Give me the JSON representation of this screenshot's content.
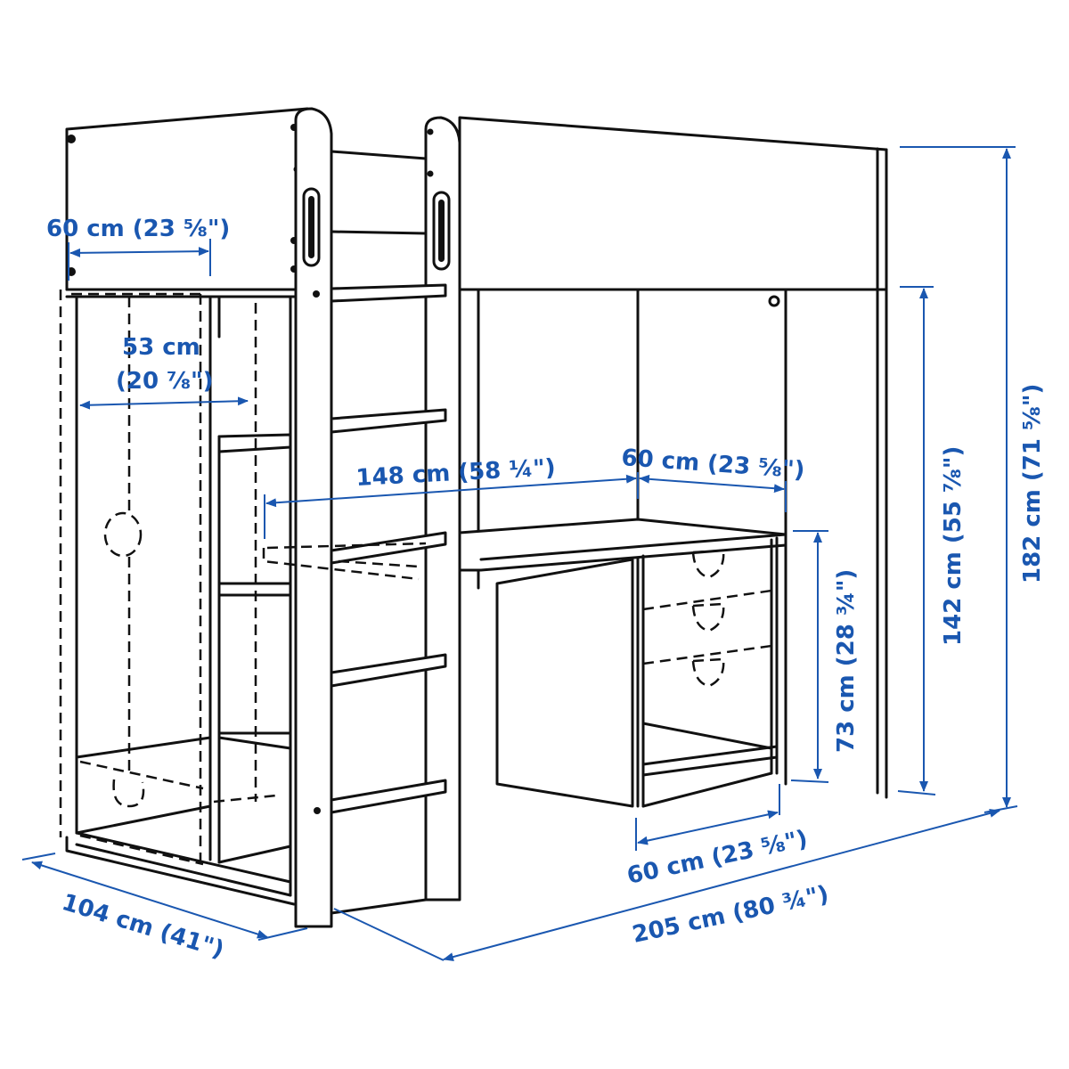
{
  "diagram": {
    "type": "product-dimension-drawing",
    "subject": "Loft bed frame with desk, ladder and wardrobe",
    "colors": {
      "line": "#111111",
      "dimension": "#1a57b0",
      "background": "#ffffff"
    },
    "dimensions": {
      "wardrobe_top_width": "60 cm (23 ⅝\")",
      "wardrobe_inner_width_cm": "53 cm",
      "wardrobe_inner_width_in": "(20 ⅞\")",
      "desk_length": "148 cm (58 ¼\")",
      "desk_depth_top": "60 cm (23 ⅝\")",
      "desk_height": "73 cm (28 ¾\")",
      "under_bed_height": "142 cm (55 ⅞\")",
      "total_height": "182 cm (71 ⅝\")",
      "drawer_unit_width": "60 cm (23 ⅝\")",
      "total_depth": "104 cm (41\")",
      "total_length": "205 cm (80 ¾\")"
    }
  }
}
